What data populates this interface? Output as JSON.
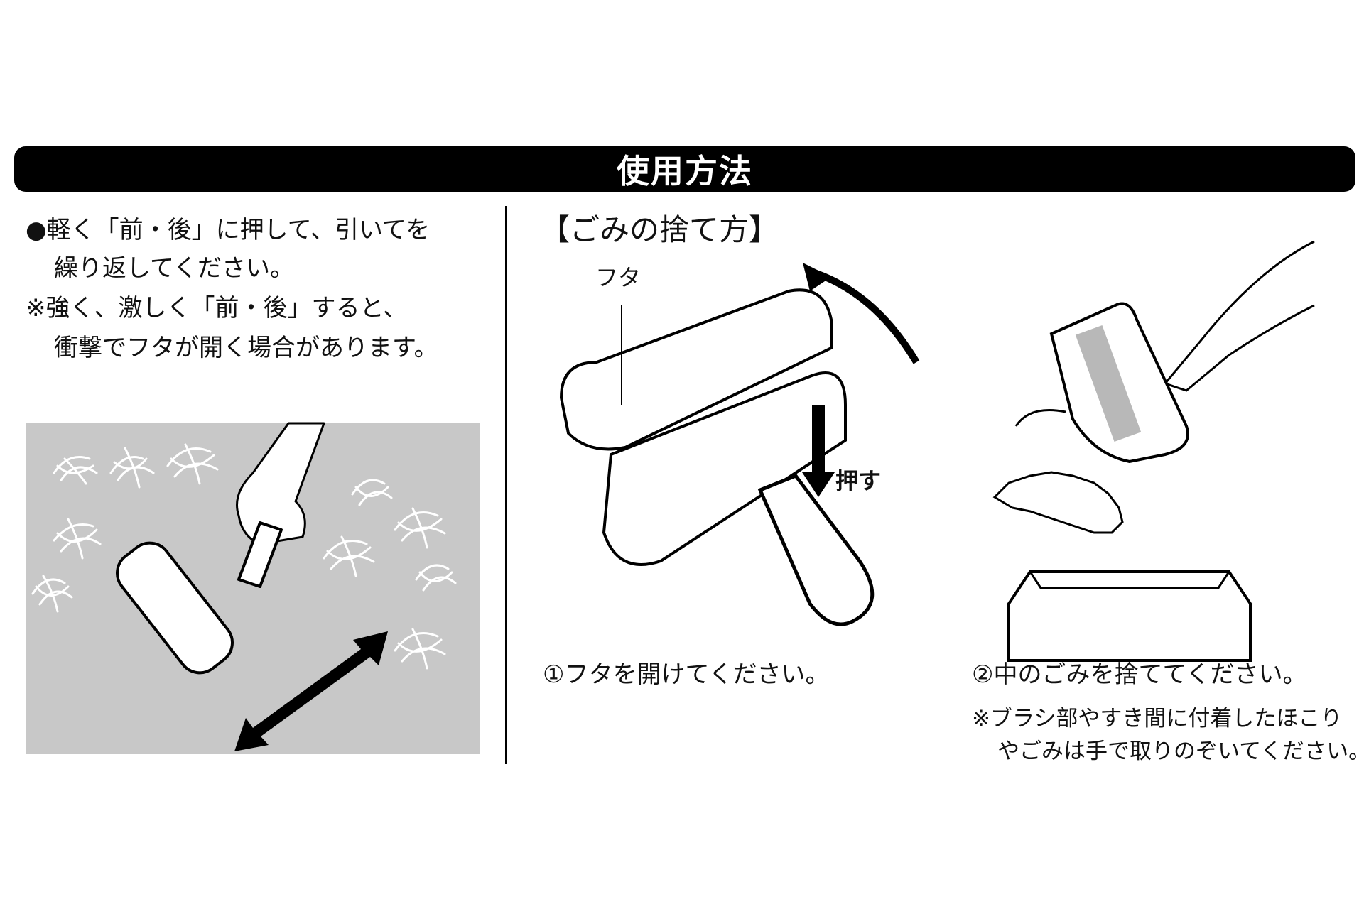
{
  "header": {
    "title": "使用方法"
  },
  "left": {
    "instruction_line1": "●軽く「前・後」に押して、引いてを",
    "instruction_line2": "繰り返してください。",
    "note_line1": "※強く、激しく「前・後」すると、",
    "note_line2": "衝撃でフタが開く場合があります。"
  },
  "right": {
    "section_title": "【ごみの捨て方】",
    "lid_label": "フタ",
    "push_label": "押す",
    "step1": "①フタを開けてください。",
    "step2": "②中のごみを捨ててください。",
    "note_line1": "※ブラシ部やすき間に付着したほこり",
    "note_line2": "やごみは手で取りのぞいてください。"
  }
}
